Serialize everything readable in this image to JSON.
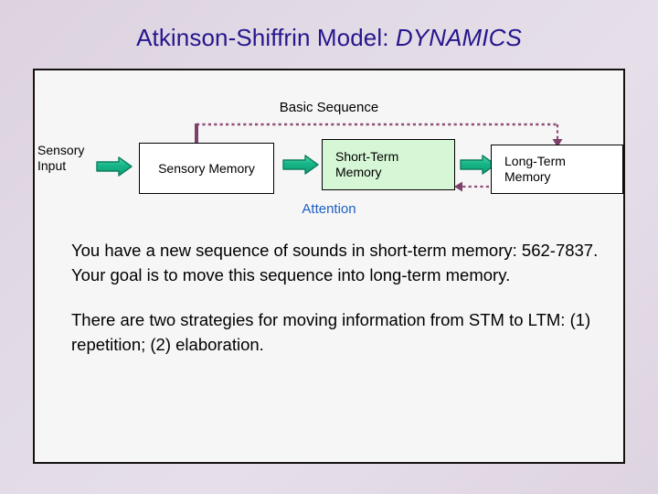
{
  "slide": {
    "title_main": "Atkinson-Shiffrin Model:",
    "title_emphasis": "DYNAMICS",
    "title_color": "#26168c",
    "background_color": "#ddd2e0",
    "panel_background": "#f7f6f7",
    "panel_border_color": "#14110f"
  },
  "diagram": {
    "caption_top": "Basic Sequence",
    "caption_bottom": "Attention",
    "caption_bottom_color": "#1a5fc4",
    "source_label": "Sensory Input",
    "source_label_line1": "Sensory",
    "source_label_line2": "Input",
    "arrow_color": "#17b07e",
    "arrow_outline_color": "#0f7a59",
    "dotted_line_color": "#8e4f77",
    "nodes": [
      {
        "id": "sensory-memory",
        "label": "Sensory Memory",
        "line1": "Sensory Memory",
        "line2": "",
        "fill": "#ffffff"
      },
      {
        "id": "short-term-memory",
        "label": "Short-Term Memory",
        "line1": "Short-Term",
        "line2": "Memory",
        "fill": "#d6f7d6"
      },
      {
        "id": "long-term-memory",
        "label": "Long-Term Memory",
        "line1": "Long-Term",
        "line2": "Memory",
        "fill": "#ffffff"
      }
    ]
  },
  "body": {
    "paragraph1": "You have a new sequence of sounds in short-term memory:  562-7837.  Your goal is to move this sequence into long-term memory.",
    "paragraph2": "There are two strategies for moving information from STM to LTM:  (1) repetition;  (2) elaboration."
  }
}
